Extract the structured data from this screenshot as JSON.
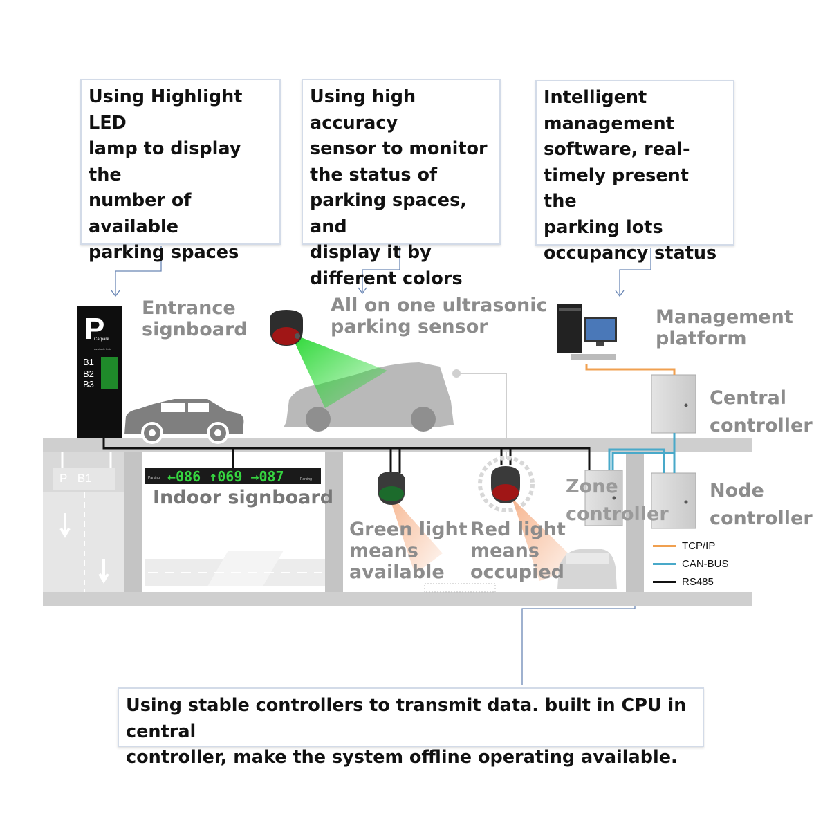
{
  "callouts": {
    "led": "Using Highlight  LED\nlamp to display the\nnumber of available\nparking spaces",
    "sensor": "Using high accuracy\nsensor to monitor\nthe status of\nparking spaces, and\ndisplay it by\ndifferent colors",
    "software": "Intelligent\nmanagement\nsoftware, real-\ntimely present the\nparking lots\noccupancy status",
    "controllers": "Using stable controllers to transmit data. built in CPU in central\ncontroller, make the system offline operating available."
  },
  "labels": {
    "entrance_signboard": "Entrance\nsignboard",
    "ultrasonic_sensor": "All on one ultrasonic\nparking sensor",
    "management_platform": "Management\nplatform",
    "central_controller": "Central\ncontroller",
    "node_controller": "Node\ncontroller",
    "zone_controller": "Zone\ncontroller",
    "indoor_signboard": "Indoor signboard",
    "green_light": "Green light\nmeans\navailable",
    "red_light": "Red light\nmeans\noccupied"
  },
  "entrance_sign": {
    "letter": "P",
    "name": "Carpark",
    "sub": "Available Lots",
    "levels": [
      "B1",
      "B2",
      "B3"
    ]
  },
  "indoor_sign": {
    "left_tag": "Parking",
    "right_tag": "Parking",
    "readout": "←086 ↑069 →087"
  },
  "level_sign": {
    "p": "P",
    "level": "B1"
  },
  "legend": [
    {
      "label": "TCP/IP",
      "color": "#f0a050"
    },
    {
      "label": "CAN-BUS",
      "color": "#49a9c9"
    },
    {
      "label": "RS485",
      "color": "#111111"
    }
  ]
}
